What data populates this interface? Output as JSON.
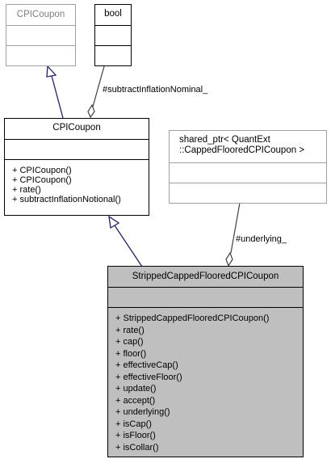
{
  "classes": {
    "cpicoupon_base": {
      "name": "CPICoupon",
      "attributes": [],
      "methods": []
    },
    "bool_type": {
      "name": "bool",
      "attributes": [],
      "methods": []
    },
    "cpicoupon": {
      "name": "CPICoupon",
      "attributes": [],
      "methods": [
        "+ CPICoupon()",
        "+ CPICoupon()",
        "+ rate()",
        "+ subtractInflationNotional()"
      ]
    },
    "shared_ptr": {
      "name_line1": "shared_ptr< QuantExt",
      "name_line2": "::CappedFlooredCPICoupon >",
      "attributes": [],
      "methods": []
    },
    "stripped": {
      "name": "StrippedCappedFlooredCPICoupon",
      "attributes": [],
      "methods": [
        "+ StrippedCappedFlooredCPICoupon()",
        "+ rate()",
        "+ cap()",
        "+ floor()",
        "+ effectiveCap()",
        "+ effectiveFloor()",
        "+ update()",
        "+ accept()",
        "+ underlying()",
        "+ isCap()",
        "+ isFloor()",
        "+ isCollar()"
      ]
    }
  },
  "relations": {
    "subtract_label": "#subtractInflationNominal_",
    "underlying_label": "#underlying_"
  },
  "colors": {
    "inheritance_arrow": "#1f1f7a",
    "aggregation_line": "#404040",
    "highlight_fill": "#bfbfbf",
    "external_border": "#a0a0a0"
  }
}
